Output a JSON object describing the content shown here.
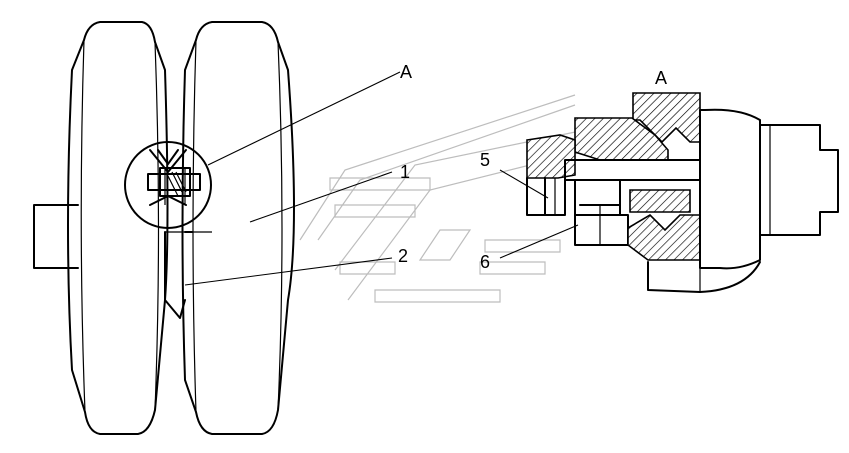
{
  "labels": {
    "detail_a_left": "A",
    "detail_a_right": "A",
    "part_1": "1",
    "part_2": "2",
    "part_5": "5",
    "part_6": "6"
  },
  "colors": {
    "line": "#000000",
    "watermark": "#bdbdbd",
    "background": "#ffffff"
  }
}
